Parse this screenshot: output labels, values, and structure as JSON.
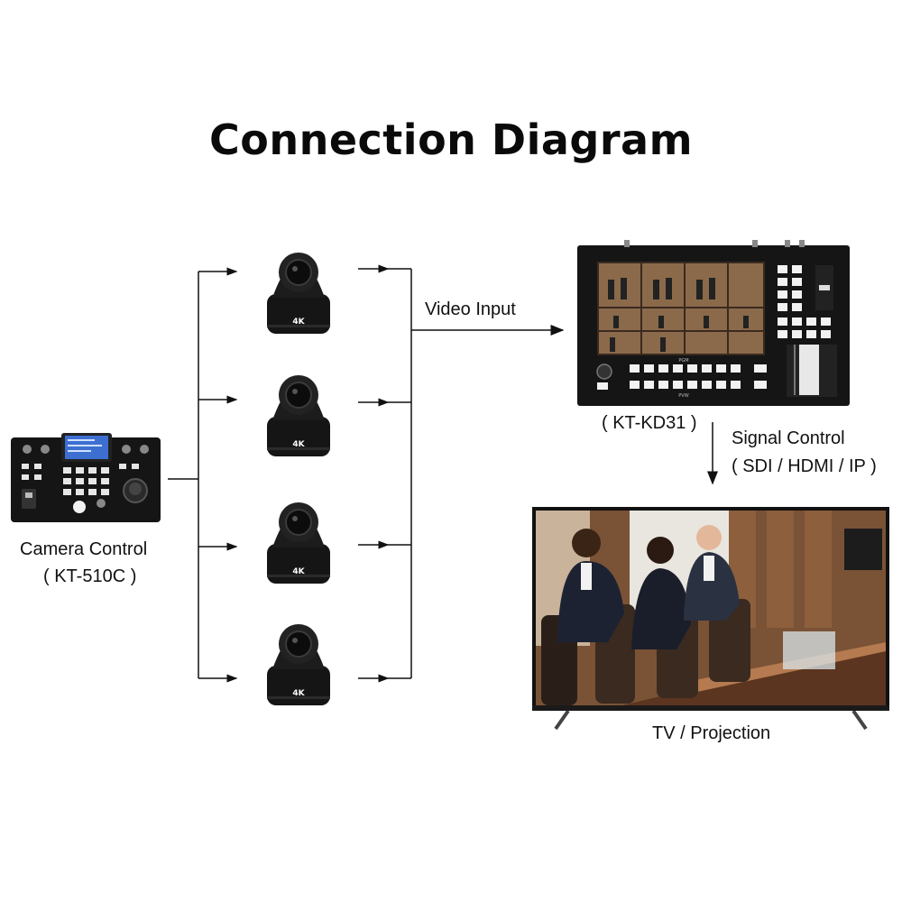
{
  "title": "Connection Diagram",
  "controller": {
    "name_label": "Camera Control",
    "model_label": "( KT-510C )"
  },
  "cameras": [
    {
      "badge": "4K"
    },
    {
      "badge": "4K"
    },
    {
      "badge": "4K"
    },
    {
      "badge": "4K"
    }
  ],
  "switcher": {
    "input_label": "Video Input",
    "model_label": "( KT-KD31 )",
    "pgm_label": "PGM",
    "pvw_label": "PVW"
  },
  "signal": {
    "label": "Signal Control",
    "types_label": "( SDI / HDMI / IP )"
  },
  "display": {
    "label": "TV / Projection"
  },
  "colors": {
    "device_body": "#151515",
    "line": "#111111",
    "screen_blue": "#3d6fd1"
  }
}
